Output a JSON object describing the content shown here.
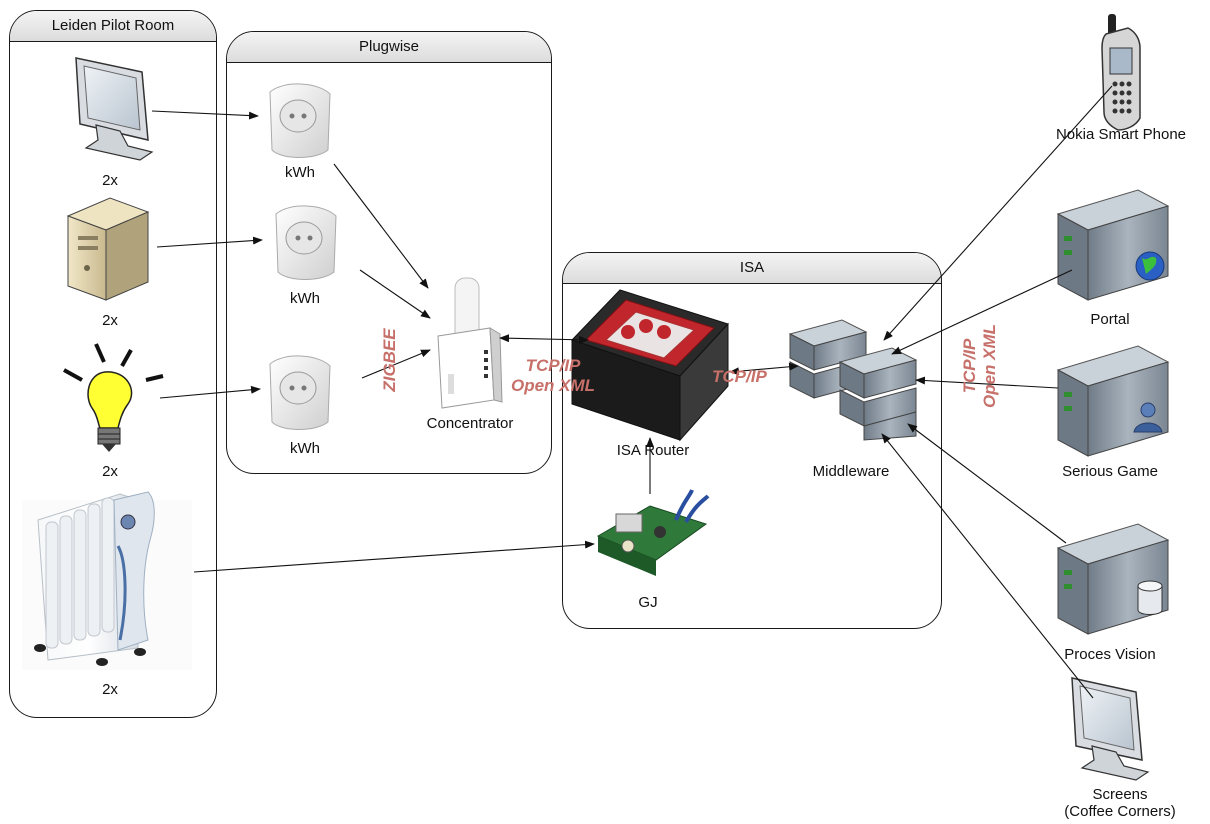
{
  "containers": {
    "leiden": {
      "title": "Leiden Pilot Room"
    },
    "plugwise": {
      "title": "Plugwise"
    },
    "isa": {
      "title": "ISA"
    }
  },
  "devices": {
    "monitor_qty": "2x",
    "pc_qty": "2x",
    "bulb_qty": "2x",
    "heater_qty": "2x",
    "plug_1": "kWh",
    "plug_2": "kWh",
    "plug_3": "kWh",
    "concentrator": "Concentrator",
    "isa_router": "ISA Router",
    "gj": "GJ",
    "middleware": "Middleware",
    "phone": "Nokia Smart Phone",
    "portal": "Portal",
    "serious_game": "Serious Game",
    "proces_vision": "Proces Vision",
    "screens_line1": "Screens",
    "screens_line2": "(Coffee Corners)"
  },
  "protocols": {
    "zigbee": "ZIGBEE",
    "router_conc_line1": "TCP/IP",
    "router_conc_line2": "Open XML",
    "router_mw": "TCP/IP",
    "mw_servers_line1": "TCP/IP",
    "mw_servers_line2": "Open XML"
  },
  "colors": {
    "protocol_text": "#c7706a",
    "isa_box_red": "#c0262c",
    "server_gray": "#8c98a4",
    "bulb_yellow": "#ffff33"
  }
}
